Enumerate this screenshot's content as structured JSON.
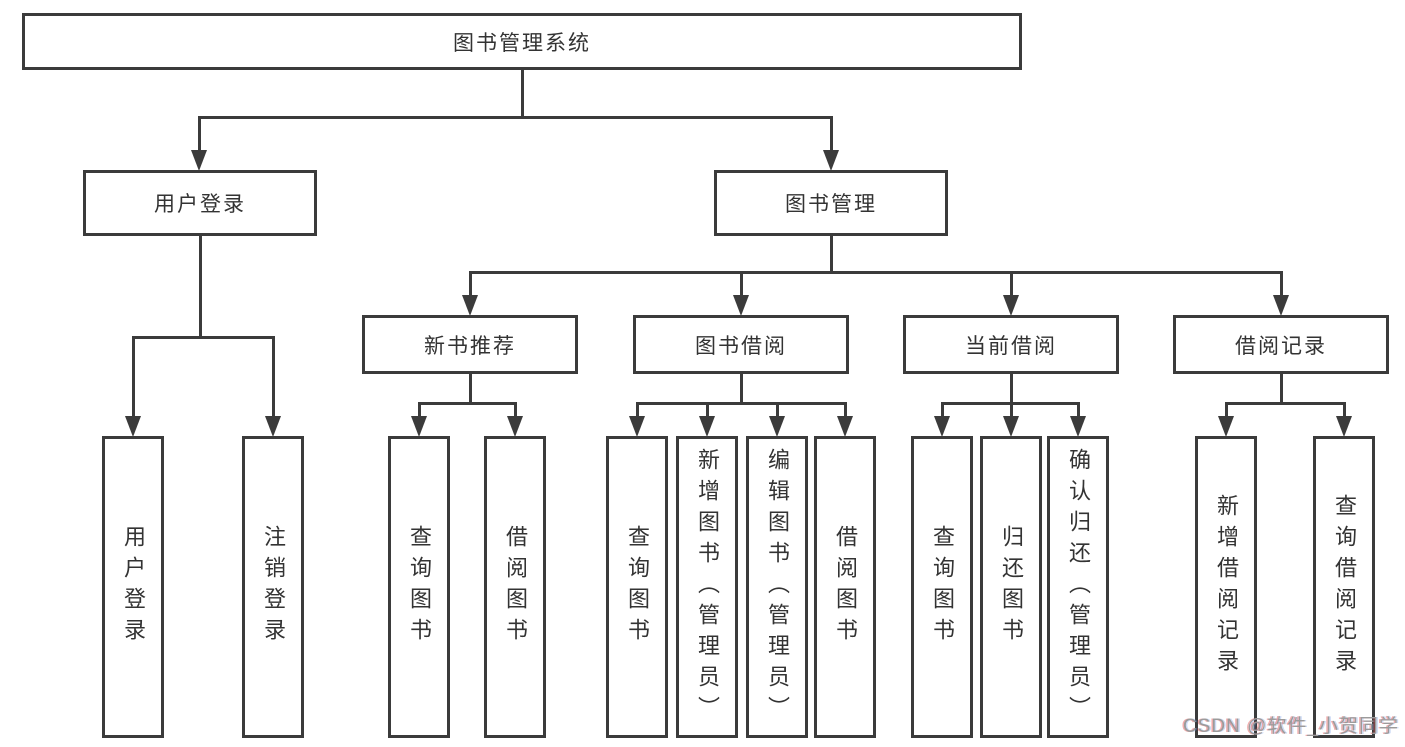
{
  "diagram": {
    "title": "图书管理系统",
    "root": {
      "label": "图书管理系统",
      "children": [
        {
          "label": "用户登录",
          "children": [
            {
              "label": "用户登录"
            },
            {
              "label": "注销登录"
            }
          ]
        },
        {
          "label": "图书管理",
          "children": [
            {
              "label": "新书推荐",
              "children": [
                {
                  "label": "查询图书"
                },
                {
                  "label": "借阅图书"
                }
              ]
            },
            {
              "label": "图书借阅",
              "children": [
                {
                  "label": "查询图书"
                },
                {
                  "label": "新增图书（管理员）"
                },
                {
                  "label": "编辑图书（管理员）"
                },
                {
                  "label": "借阅图书"
                }
              ]
            },
            {
              "label": "当前借阅",
              "children": [
                {
                  "label": "查询图书"
                },
                {
                  "label": "归还图书"
                },
                {
                  "label": "确认归还（管理员）"
                }
              ]
            },
            {
              "label": "借阅记录",
              "children": [
                {
                  "label": "新增借阅记录"
                },
                {
                  "label": "查询借阅记录"
                }
              ]
            }
          ]
        }
      ]
    }
  },
  "watermark": "CSDN @软件_小贺同学",
  "colors": {
    "line": "#3b3b3b",
    "box_border": "#3b3b3b",
    "text": "#333333",
    "watermark": "#9b9b9b",
    "background": "#ffffff"
  }
}
